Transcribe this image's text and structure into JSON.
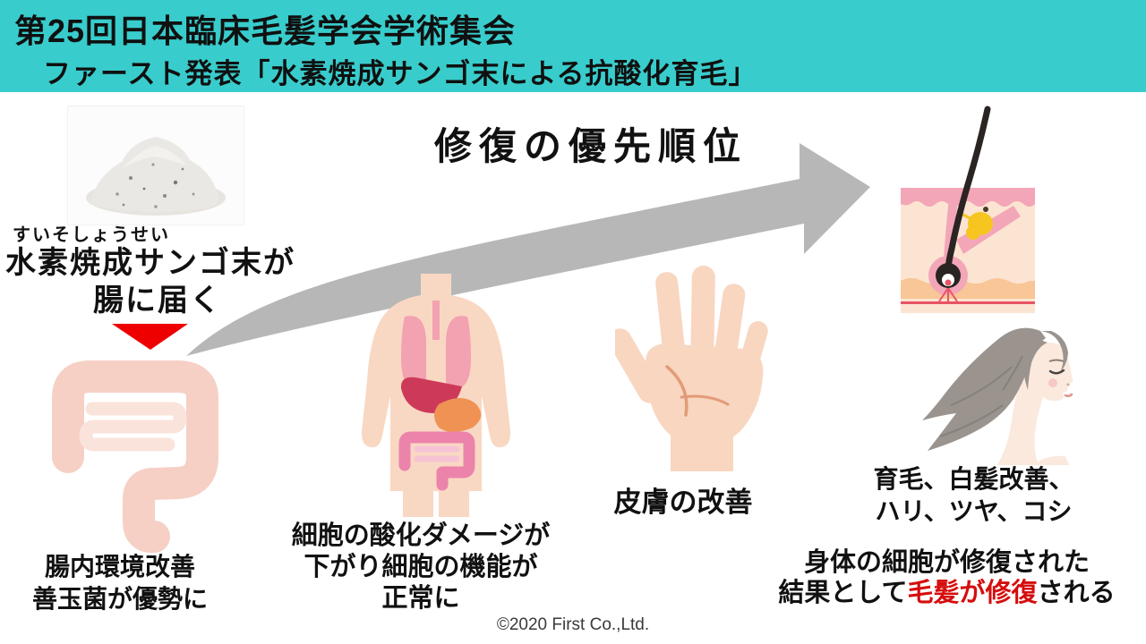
{
  "header": {
    "line1": "第25回日本臨床毛髪学会学術集会",
    "line2": "ファースト発表「水素焼成サンゴ末による抗酸化育毛」",
    "bg_color": "#39cccc"
  },
  "main": {
    "title": "修復の優先順位",
    "source": {
      "furigana": "すいそしょうせい",
      "heading": "水素焼成サンゴ末が",
      "heading2": "腸に届く",
      "caption1": "腸内環境改善",
      "caption2": "善玉菌が優勢に"
    },
    "cells": {
      "caption1": "細胞の酸化ダメージが",
      "caption2": "下がり細胞の機能が",
      "caption3": "正常に"
    },
    "skin": {
      "caption": "皮膚の改善"
    },
    "hair": {
      "caption1": "育毛、白髪改善、",
      "caption2": "ハリ、ツヤ、コシ"
    },
    "result": {
      "line1": "身体の細胞が修復された",
      "line2_prefix": "結果として",
      "line2_highlight": "毛髪が修復",
      "line2_suffix": "される",
      "highlight_color": "#d60d0d"
    },
    "illustrations": [
      "coral-powder-photo",
      "down-triangle-icon",
      "intestine-illustration",
      "body-organs-illustration",
      "hand-illustration",
      "hair-follicle-illustration",
      "woman-hair-illustration",
      "priority-arrow"
    ],
    "arrow_color": "#b7b7b7",
    "triangle_color": "#ee0000"
  },
  "footer": {
    "copyright": "©2020 First Co.,Ltd."
  }
}
